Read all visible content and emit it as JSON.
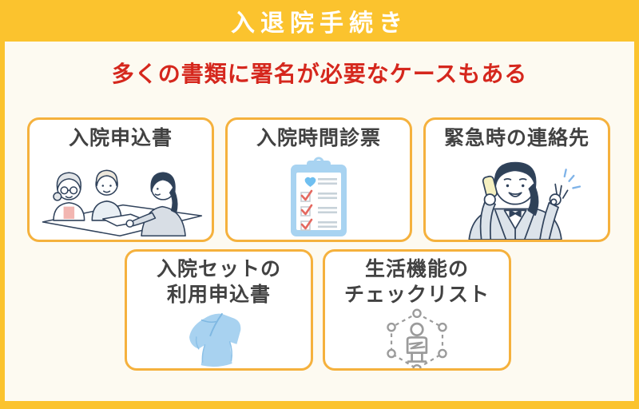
{
  "header": {
    "title": "入退院手続き"
  },
  "subtitle": {
    "text": "多くの書類に署名が必要なケースもある"
  },
  "cards": [
    {
      "id": "admission-application",
      "title_lines": [
        "入院申込書"
      ],
      "illustration": "reception-counter-scene"
    },
    {
      "id": "medical-questionnaire",
      "title_lines": [
        "入院時問診票"
      ],
      "illustration": "checklist-clipboard"
    },
    {
      "id": "emergency-contact",
      "title_lines": [
        "緊急時の連絡先"
      ],
      "illustration": "woman-on-phone-ok-sign"
    },
    {
      "id": "admission-set",
      "title_lines": [
        "入院セットの",
        "利用申込書"
      ],
      "illustration": "hospital-gown"
    },
    {
      "id": "life-function-checklist",
      "title_lines": [
        "生活機能の",
        "チェックリスト"
      ],
      "illustration": "person-in-network-hexagon"
    }
  ],
  "colors": {
    "accent_gold": "#FBC32E",
    "card_border": "#F5B13D",
    "background_cream": "#FDFAF1",
    "subtitle_red": "#D5271D",
    "heading_text": "#424242",
    "header_text": "#FFFFFF",
    "illustration_navy": "#31435C",
    "illustration_light_blue": "#A8D3F1",
    "check_red": "#E4685F",
    "icon_gray": "#9B9B9B"
  }
}
